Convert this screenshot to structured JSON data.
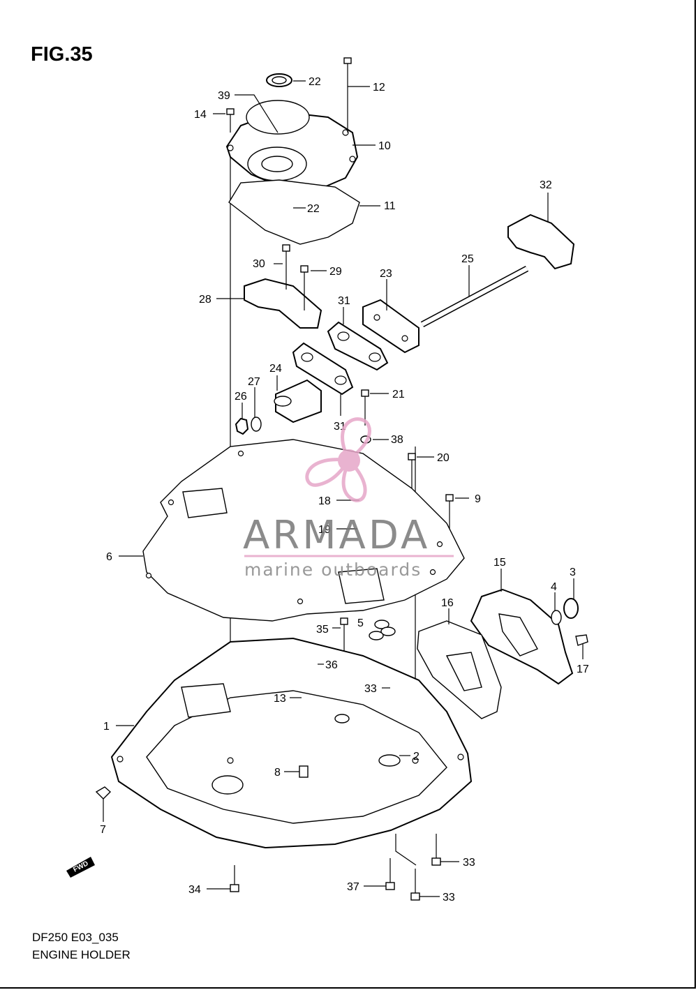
{
  "figure": {
    "title": "FIG.35",
    "model_code": "DF250 E03_035",
    "section_name": "ENGINE HOLDER"
  },
  "watermark": {
    "brand": "ARMADA",
    "tagline": "marine outboards",
    "color": "#e6a6c8"
  },
  "fwd_label": "FWD",
  "callouts": {
    "c1": "1",
    "c2": "2",
    "c3": "3",
    "c4": "4",
    "c5": "5",
    "c6": "6",
    "c7": "7",
    "c8": "8",
    "c9": "9",
    "c10": "10",
    "c11": "11",
    "c12": "12",
    "c13": "13",
    "c14": "14",
    "c15": "15",
    "c16": "16",
    "c17": "17",
    "c18": "18",
    "c19": "19",
    "c20": "20",
    "c21": "21",
    "c22a": "22",
    "c22b": "22",
    "c23": "23",
    "c24": "24",
    "c25": "25",
    "c26": "26",
    "c27": "27",
    "c28": "28",
    "c29": "29",
    "c30": "30",
    "c31a": "31",
    "c31b": "31",
    "c32": "32",
    "c33a": "33",
    "c33b": "33",
    "c33c": "33",
    "c34": "34",
    "c35": "35",
    "c36": "36",
    "c37": "37",
    "c38": "38",
    "c39": "39"
  }
}
